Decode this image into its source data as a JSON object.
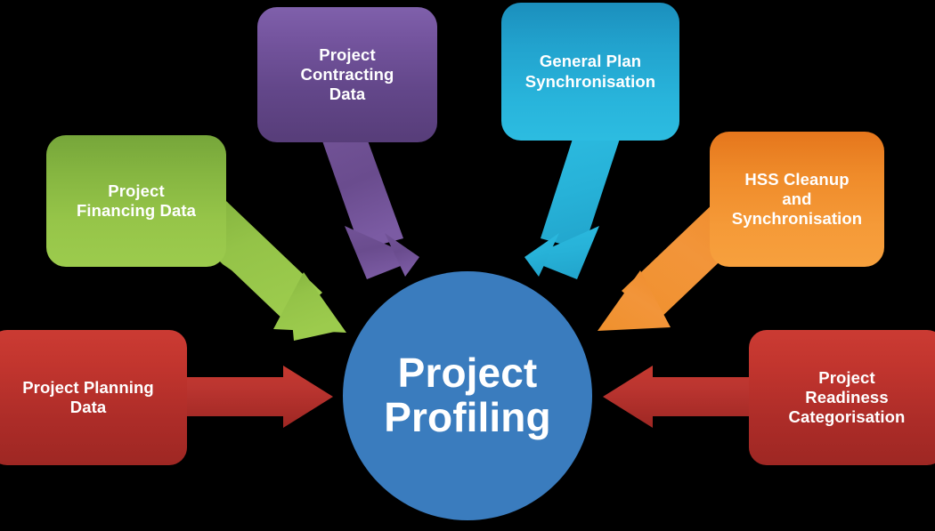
{
  "diagram": {
    "title": "Project Profiling inputs diagram",
    "background_color": "#000000",
    "center": {
      "label": "Project\nProfiling",
      "line1": "Project",
      "line2": "Profiling",
      "shape": "circle",
      "color": "#3a7cbe",
      "text_color": "#ffffff"
    },
    "nodes": [
      {
        "id": "financing",
        "label": "Project\nFinancing Data",
        "line1": "Project",
        "line2": "Financing Data",
        "color": "#9ac94a",
        "color_dark": "#76a63a",
        "arrow_direction": "down-right",
        "position": "left-upper"
      },
      {
        "id": "contracting",
        "label": "Project\nContracting\nData",
        "line1": "Project",
        "line2": "Contracting",
        "line3": "Data",
        "color": "#6a4c94",
        "color_dark": "#573d79",
        "arrow_direction": "down-right",
        "position": "top-left-center"
      },
      {
        "id": "generalplan",
        "label": "General Plan\nSynchronisation",
        "line1": "General Plan",
        "line2": "Synchronisation",
        "color": "#29b6dd",
        "color_dark": "#1b8fbd",
        "arrow_direction": "down-left",
        "position": "top-right-center"
      },
      {
        "id": "hss",
        "label": "HSS Cleanup\nand\nSynchronisation",
        "line1": "HSS Cleanup",
        "line2": "and",
        "line3": "Synchronisation",
        "color": "#f0912f",
        "color_dark": "#e5761c",
        "arrow_direction": "down-left",
        "position": "right-upper"
      },
      {
        "id": "planning",
        "label": "Project Planning\nData",
        "line1": "Project Planning",
        "line2": "Data",
        "color": "#c0392b",
        "color_dark": "#9e2723",
        "arrow_direction": "right",
        "position": "left-lower"
      },
      {
        "id": "readiness",
        "label": "Project\nReadiness\nCategorisation",
        "line1": "Project",
        "line2": "Readiness",
        "line3": "Categorisation",
        "color": "#c0392b",
        "color_dark": "#9e2723",
        "arrow_direction": "left",
        "position": "right-lower"
      }
    ]
  }
}
